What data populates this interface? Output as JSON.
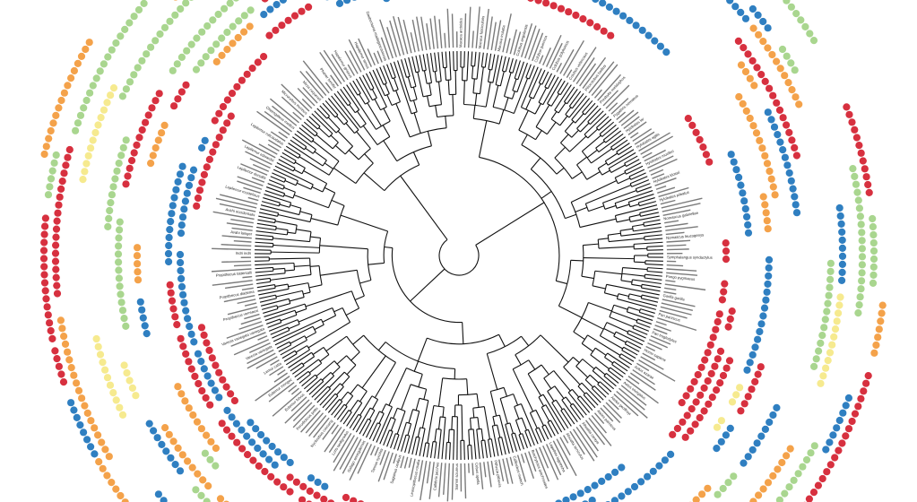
{
  "palette": {
    "red": "#d7303f",
    "blue": "#2f7fc1",
    "orange": "#f4a24a",
    "yellow": "#f6ea8f",
    "green": "#a9d68f",
    "branch": "#111111",
    "label": "#222222"
  },
  "labels": [
    "Macaca arctoides",
    "Macaca fascicularis",
    "Macaca mulatta",
    "Colobus angolensis",
    "Colobus guereza",
    "Colobus polykomos",
    "Colobus vellerosus",
    "Piliocolobus badius",
    "Presbytis melalophos",
    "Pygathrix nemaeus",
    "Hylobates lar",
    "Hylobates agilis",
    "Hylobates muelleri",
    "Hylobates klossii",
    "Hylobates pileatus",
    "Nomascus gabriellae",
    "Nomascus leucogenys",
    "Symphalangus syndactylus",
    "Pongo pygmaeus",
    "Gorilla gorilla",
    "Pan paniscus",
    "Pan troglodytes",
    "Homo sapiens",
    "Aotus azarae",
    "Aotus trivirgatus",
    "Ateles geoffroyi",
    "Ateles paniscus",
    "Alouatta caraya",
    "Alouatta seniculus",
    "Lagothrix lagotricha",
    "Brachyteles arachnoides",
    "Callicebus moloch",
    "Pithecia pithecia",
    "Cebus apella",
    "Saimiri sciureus",
    "Callithrix jacchus",
    "Leontopithecus rosalia",
    "Saguinus oedipus",
    "Tarsius syrichta",
    "Galago senegalensis",
    "Loris tardigradus",
    "Nycticebus coucang",
    "Perodicticus potto",
    "Eulemur fulvus",
    "Eulemur mongoz",
    "Lemur catta",
    "Varecia variegata",
    "Varecia variegata variegata",
    "Propithecus verreauxi",
    "Propithecus diadema",
    "Propithecus tattersalli",
    "Indri indri",
    "Avahi laniger",
    "Avahi occidentalis",
    "Lepilemur mustelinus",
    "Lepilemur dorsalis",
    "Lepilemur edwardsi",
    "Lepilemur ruficaudatus",
    "Cheirogaleus medius",
    "Microcebus murinus",
    "Mirza coquereli",
    "Phaner furcifer",
    "Hapalemur griseus",
    "Hapalemur simus",
    "Daubentonia madagascariensis"
  ]
}
